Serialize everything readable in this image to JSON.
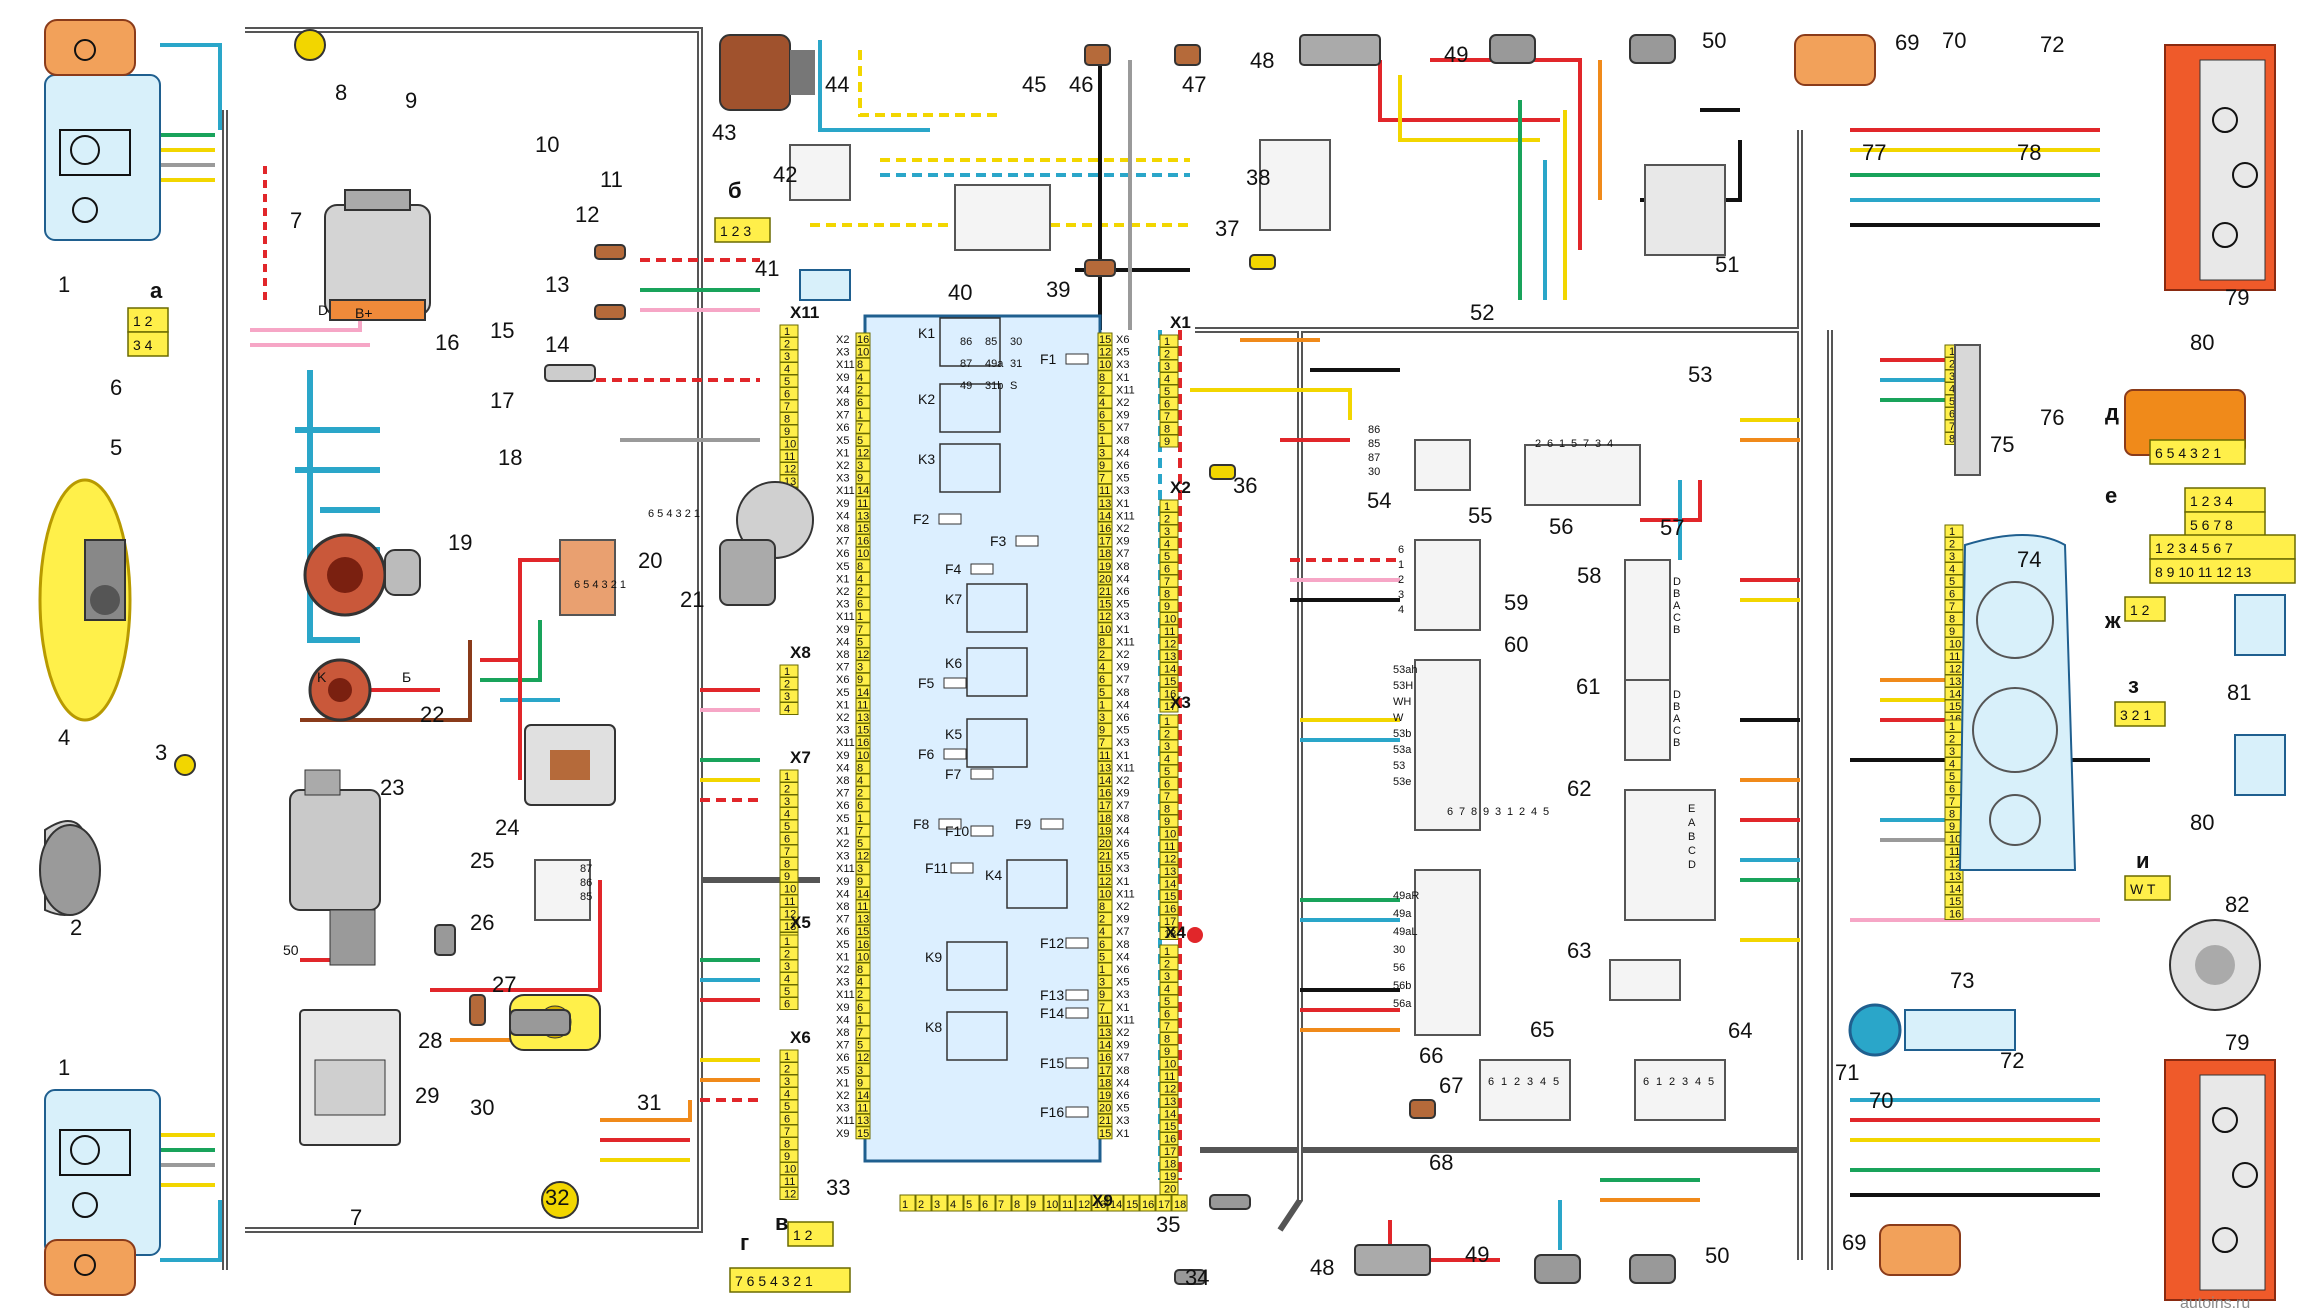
{
  "colors": {
    "block_fill": "#dcefff",
    "block_stroke": "#1f5f8f",
    "connector_yellow": "#ffef4a",
    "lamp_blue": "#d8f0fa",
    "rear_lamp": "#ef5a2a",
    "side_lamp": "#f2a15a",
    "fan_yellow": "#fff04a",
    "bundle_gray": "#555555",
    "wire_red": "#e1262a",
    "wire_blue": "#2aa6c9",
    "wire_green": "#19a35b",
    "wire_yellow": "#f2d600",
    "wire_pink": "#f6a6c6",
    "wire_orange": "#f08a1a",
    "wire_brown": "#8a3b1a",
    "wire_black": "#111111",
    "wire_gray": "#9a9a9a"
  },
  "components": [
    {
      "id": "c1a",
      "label": "1"
    },
    {
      "id": "c1b",
      "label": "1"
    },
    {
      "id": "c2",
      "label": "2"
    },
    {
      "id": "c3",
      "label": "3"
    },
    {
      "id": "c4",
      "label": "4"
    },
    {
      "id": "c5",
      "label": "5"
    },
    {
      "id": "c6",
      "label": "6"
    },
    {
      "id": "c7a",
      "label": "7"
    },
    {
      "id": "c7b",
      "label": "7"
    },
    {
      "id": "c8",
      "label": "8"
    },
    {
      "id": "c9",
      "label": "9"
    },
    {
      "id": "c10",
      "label": "10"
    },
    {
      "id": "c11",
      "label": "11"
    },
    {
      "id": "c12",
      "label": "12"
    },
    {
      "id": "c13",
      "label": "13"
    },
    {
      "id": "c14",
      "label": "14"
    },
    {
      "id": "c15",
      "label": "15"
    },
    {
      "id": "c16",
      "label": "16"
    },
    {
      "id": "c17",
      "label": "17"
    },
    {
      "id": "c18",
      "label": "18"
    },
    {
      "id": "c19",
      "label": "19"
    },
    {
      "id": "c20",
      "label": "20"
    },
    {
      "id": "c21",
      "label": "21"
    },
    {
      "id": "c22",
      "label": "22"
    },
    {
      "id": "c23",
      "label": "23"
    },
    {
      "id": "c24",
      "label": "24"
    },
    {
      "id": "c25",
      "label": "25"
    },
    {
      "id": "c26",
      "label": "26"
    },
    {
      "id": "c27",
      "label": "27"
    },
    {
      "id": "c28",
      "label": "28"
    },
    {
      "id": "c29",
      "label": "29"
    },
    {
      "id": "c30",
      "label": "30"
    },
    {
      "id": "c31",
      "label": "31"
    },
    {
      "id": "c32",
      "label": "32"
    },
    {
      "id": "c33",
      "label": "33"
    },
    {
      "id": "c34",
      "label": "34"
    },
    {
      "id": "c35",
      "label": "35"
    },
    {
      "id": "c36",
      "label": "36"
    },
    {
      "id": "c37",
      "label": "37"
    },
    {
      "id": "c38",
      "label": "38"
    },
    {
      "id": "c39",
      "label": "39"
    },
    {
      "id": "c40",
      "label": "40"
    },
    {
      "id": "c41",
      "label": "41"
    },
    {
      "id": "c42",
      "label": "42"
    },
    {
      "id": "c43",
      "label": "43"
    },
    {
      "id": "c44",
      "label": "44"
    },
    {
      "id": "c45",
      "label": "45"
    },
    {
      "id": "c46",
      "label": "46"
    },
    {
      "id": "c47",
      "label": "47"
    },
    {
      "id": "c48a",
      "label": "48"
    },
    {
      "id": "c48b",
      "label": "48"
    },
    {
      "id": "c49a",
      "label": "49"
    },
    {
      "id": "c49b",
      "label": "49"
    },
    {
      "id": "c50a",
      "label": "50"
    },
    {
      "id": "c50b",
      "label": "50"
    },
    {
      "id": "c51",
      "label": "51"
    },
    {
      "id": "c52",
      "label": "52"
    },
    {
      "id": "c53",
      "label": "53"
    },
    {
      "id": "c54",
      "label": "54"
    },
    {
      "id": "c55",
      "label": "55"
    },
    {
      "id": "c56",
      "label": "56"
    },
    {
      "id": "c57",
      "label": "57"
    },
    {
      "id": "c58",
      "label": "58"
    },
    {
      "id": "c59",
      "label": "59"
    },
    {
      "id": "c60",
      "label": "60"
    },
    {
      "id": "c61",
      "label": "61"
    },
    {
      "id": "c62",
      "label": "62"
    },
    {
      "id": "c63",
      "label": "63"
    },
    {
      "id": "c64",
      "label": "64"
    },
    {
      "id": "c65",
      "label": "65"
    },
    {
      "id": "c66",
      "label": "66"
    },
    {
      "id": "c67",
      "label": "67"
    },
    {
      "id": "c68",
      "label": "68"
    },
    {
      "id": "c69a",
      "label": "69"
    },
    {
      "id": "c69b",
      "label": "69"
    },
    {
      "id": "c70a",
      "label": "70"
    },
    {
      "id": "c70b",
      "label": "70"
    },
    {
      "id": "c71",
      "label": "71"
    },
    {
      "id": "c72a",
      "label": "72"
    },
    {
      "id": "c72b",
      "label": "72"
    },
    {
      "id": "c73",
      "label": "73"
    },
    {
      "id": "c74",
      "label": "74"
    },
    {
      "id": "c75",
      "label": "75"
    },
    {
      "id": "c76",
      "label": "76"
    },
    {
      "id": "c77",
      "label": "77"
    },
    {
      "id": "c78",
      "label": "78"
    },
    {
      "id": "c79a",
      "label": "79"
    },
    {
      "id": "c79b",
      "label": "79"
    },
    {
      "id": "c80a",
      "label": "80"
    },
    {
      "id": "c80b",
      "label": "80"
    },
    {
      "id": "c81",
      "label": "81"
    },
    {
      "id": "c82",
      "label": "82"
    }
  ],
  "harness_connectors": [
    {
      "id": "x11",
      "label": "X11"
    },
    {
      "id": "x8",
      "label": "X8"
    },
    {
      "id": "x7",
      "label": "X7"
    },
    {
      "id": "x5",
      "label": "X5"
    },
    {
      "id": "x6",
      "label": "X6"
    },
    {
      "id": "x1",
      "label": "X1"
    },
    {
      "id": "x2",
      "label": "X2"
    },
    {
      "id": "x3",
      "label": "X3"
    },
    {
      "id": "x4",
      "label": "X4"
    },
    {
      "id": "x9",
      "label": "X9"
    }
  ],
  "legend_letters": [
    {
      "id": "a",
      "label": "а"
    },
    {
      "id": "b",
      "label": "б"
    },
    {
      "id": "v",
      "label": "в"
    },
    {
      "id": "g",
      "label": "г"
    },
    {
      "id": "d",
      "label": "д"
    },
    {
      "id": "e",
      "label": "е"
    },
    {
      "id": "zh",
      "label": "ж"
    },
    {
      "id": "z",
      "label": "з"
    },
    {
      "id": "i",
      "label": "и"
    }
  ],
  "legend_connectors": {
    "a_top": "1 2",
    "a_bottom": "3 4",
    "b": "1 2 3",
    "v": "1 2",
    "g": "7 6 5 4 3 2 1",
    "d": "6 5 4 3 2 1",
    "e_row1": "1 2 3 4",
    "e_row2": "5 6 7 8",
    "e_long_row1": "1 2 3 4 5 6 7",
    "e_long_row2": "8 9 10 11 12 13",
    "zh": "1 2",
    "z": "3 2 1",
    "i": "W T"
  },
  "relay_terms": {
    "r20": "6 5 4 3 2 1",
    "r21": "6 5 4 3 2 1",
    "r25": [
      "87",
      "86",
      "85"
    ],
    "r54": [
      "86",
      "85",
      "87",
      "30"
    ],
    "r56": [
      "2",
      "6",
      "1",
      "5",
      "7",
      "3",
      "4"
    ],
    "r59": [
      "6",
      "1",
      "2",
      "3",
      "4"
    ],
    "r60": [
      "53ah",
      "53H",
      "WH",
      "W",
      "53b",
      "53a",
      "53",
      "53e"
    ],
    "r60_pins": [
      "6",
      "7",
      "8",
      "9",
      "3",
      "1",
      "2",
      "4",
      "5"
    ],
    "r64_65": [
      "6",
      "1",
      "2",
      "3",
      "4",
      "5"
    ],
    "r_right_col": [
      "49aR",
      "49a",
      "49aL",
      "30",
      "56",
      "56b",
      "56a"
    ]
  },
  "pins": {
    "pins16": [
      "1",
      "2",
      "3",
      "4",
      "5",
      "6",
      "7",
      "8",
      "9",
      "10",
      "11",
      "12",
      "13",
      "14",
      "15",
      "16"
    ],
    "pins18": [
      "1",
      "2",
      "3",
      "4",
      "5",
      "6",
      "7",
      "8",
      "9",
      "10",
      "11",
      "12",
      "13",
      "14",
      "15",
      "16",
      "17",
      "18"
    ],
    "pins21": [
      "1",
      "2",
      "3",
      "4",
      "5",
      "6",
      "7",
      "8",
      "9",
      "10",
      "11",
      "12",
      "13",
      "14",
      "15",
      "16",
      "17",
      "18",
      "19",
      "20",
      "21"
    ],
    "x9pins": [
      "1",
      "2",
      "3",
      "4",
      "5",
      "6",
      "7",
      "8",
      "9",
      "10",
      "11",
      "12",
      "13",
      "14",
      "15",
      "16",
      "17",
      "18"
    ],
    "sw_abcd": [
      "D",
      "B",
      "A",
      "C",
      "B"
    ],
    "sw_eabc": [
      "E",
      "A",
      "B",
      "C",
      "D"
    ]
  },
  "block33": {
    "relays": [
      "K1",
      "K2",
      "K3",
      "K4",
      "K5",
      "K6",
      "K7",
      "K8",
      "K9"
    ],
    "fuses": [
      "F1",
      "F2",
      "F3",
      "F4",
      "F5",
      "F6",
      "F7",
      "F8",
      "F9",
      "F10",
      "F11",
      "F12",
      "F13",
      "F14",
      "F15",
      "F16"
    ],
    "left_labels": [
      "X2",
      "X3",
      "X11",
      "X9",
      "X4",
      "X8",
      "X7",
      "X6",
      "X5",
      "X1"
    ],
    "left_pins": [
      "16",
      "10",
      "8",
      "4",
      "2",
      "6",
      "1",
      "7",
      "5",
      "12",
      "3",
      "9",
      "14",
      "11",
      "13",
      "15"
    ],
    "right_pins": [
      "15",
      "12",
      "10",
      "8",
      "2",
      "4",
      "6",
      "5",
      "1",
      "3",
      "9",
      "7",
      "11",
      "13",
      "14",
      "16",
      "17",
      "18",
      "19",
      "20",
      "21"
    ],
    "right_labels": [
      "X6",
      "X5",
      "X3",
      "X1",
      "X11",
      "X2",
      "X9",
      "X7",
      "X8",
      "X4"
    ],
    "terms": [
      "86",
      "85",
      "30",
      "87",
      "49a",
      "31",
      "49",
      "31b",
      "S"
    ]
  },
  "gauge_labels": [
    "B+",
    "D",
    "K",
    "Б",
    "50"
  ],
  "watermark": "autoins.ru"
}
